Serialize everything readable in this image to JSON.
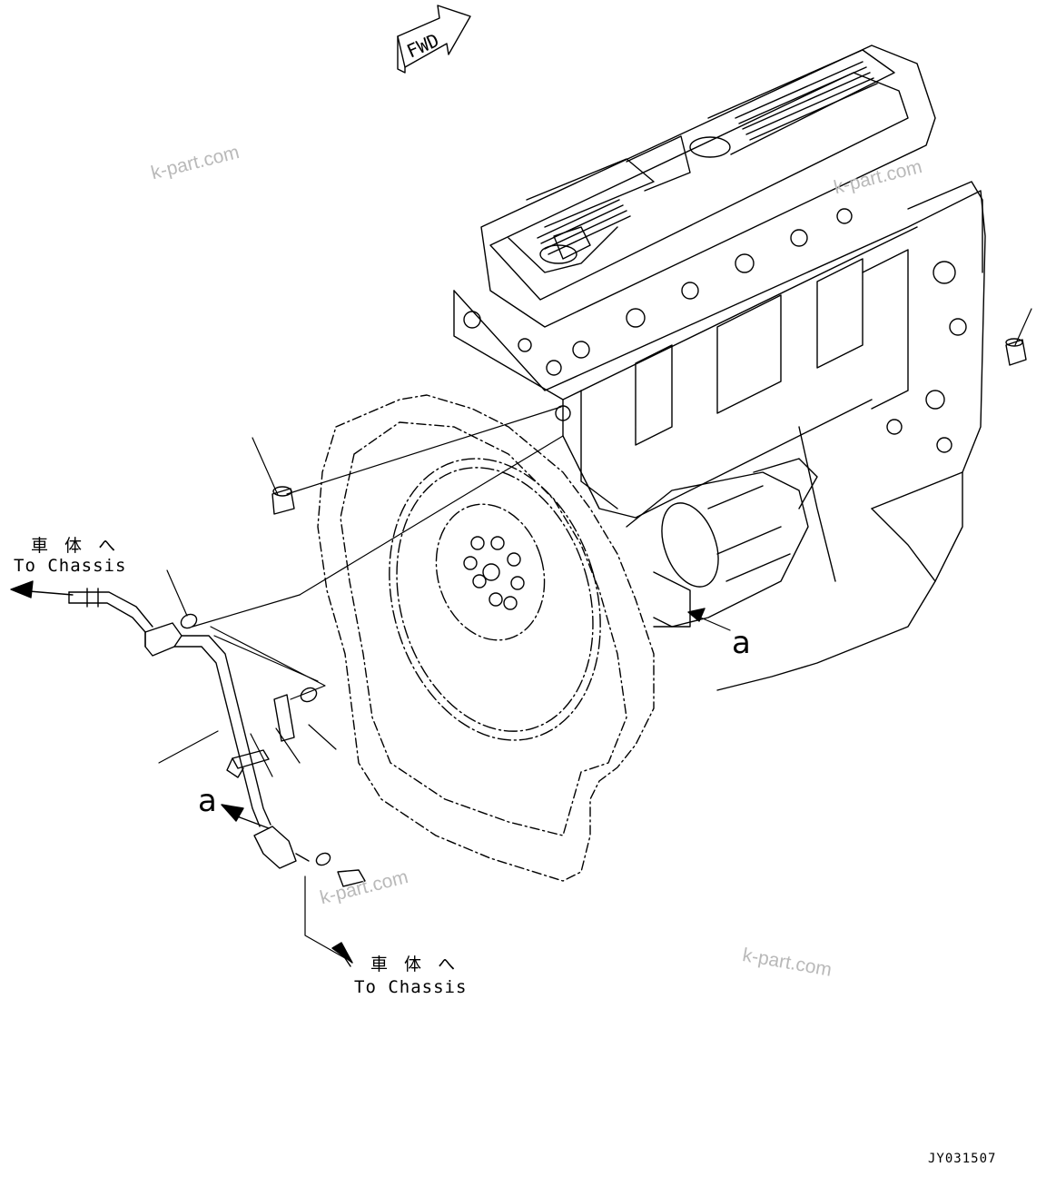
{
  "forward_badge": "FWD",
  "callouts": [
    {
      "jp": "車 体 へ",
      "en": "To Chassis"
    },
    {
      "jp": "車 体 へ",
      "en": "To Chassis"
    }
  ],
  "reference_marks": [
    "a",
    "a"
  ],
  "watermarks": [
    "k-part.com",
    "k-part.com",
    "k-part.com",
    "k-part.com"
  ],
  "drawing_code": "JY031507",
  "colors": {
    "line": "#000000",
    "watermark": "#b9b9b9",
    "background": "#ffffff"
  }
}
